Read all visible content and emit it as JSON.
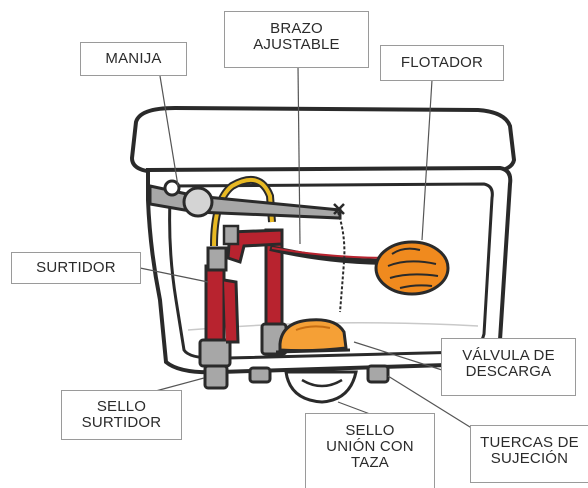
{
  "labels": {
    "manija": [
      "MANIJA"
    ],
    "brazo": [
      "BRAZO",
      "AJUSTABLE"
    ],
    "flotador": [
      "FLOTADOR"
    ],
    "surtidor": [
      "SURTIDOR"
    ],
    "valvula": [
      "VÁLVULA DE",
      "DESCARGA"
    ],
    "sello_surtidor": [
      "SELLO",
      "SURTIDOR"
    ],
    "sello_union": [
      "SELLO",
      "UNIÓN CON",
      "TAZA"
    ],
    "tuercas": [
      "TUERCAS DE",
      "SUJECIÓN"
    ]
  },
  "colors": {
    "outline": "#2a2a2a",
    "tank_fill": "#ffffff",
    "tube_red": "#b8232f",
    "float_orange": "#f08a1e",
    "flapper_orange": "#f5a036",
    "chain_yellow": "#d9a61a",
    "metal_gray": "#a7a7a7",
    "label_border": "#9a9a9a",
    "leader_line": "#555555"
  }
}
